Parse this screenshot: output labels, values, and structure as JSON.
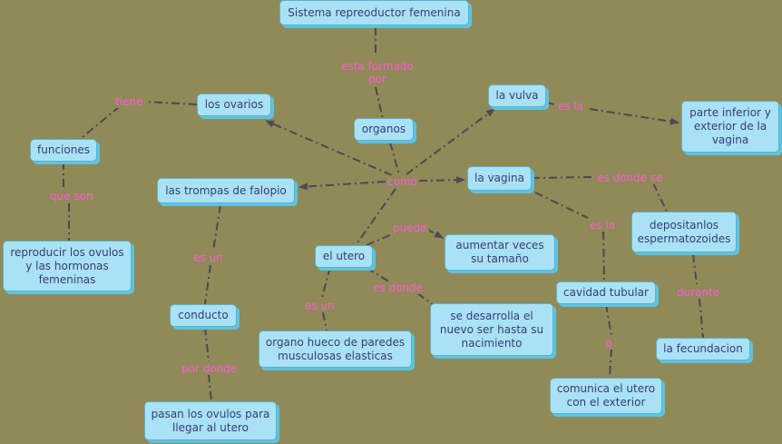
{
  "nodes": {
    "title": "Sistema repreoductor femenina",
    "organos": "organos",
    "los_ovarios": "los ovarios",
    "funciones": "funciones",
    "reproducir": "reproducir los ovulos y las hormonas femeninas",
    "trompas": "las trompas de falopio",
    "conducto": "conducto",
    "pasan": "pasan los ovulos para llegar al utero",
    "el_utero": "el utero",
    "organo_hueco": "organo hueco de paredes musculosas elasticas",
    "aumentar": "aumentar   veces su tamaño",
    "se_desarrolla": "se desarrolla el nuevo ser hasta su nacimiento",
    "la_vulva": "la vulva",
    "parte_inferior": "parte inferior y exterior de la vagina",
    "la_vagina": "la vagina",
    "depositanlos": "depositanlos espermatozoides",
    "la_fecundacion": "la fecundacion",
    "cavidad_tubular": "cavidad tubular",
    "comunica": "comunica el utero con el exterior"
  },
  "links": {
    "esta_formado": "esta formado por",
    "tiene": "tiene",
    "que_son": "que son",
    "como": "como",
    "es_un_1": "es un",
    "por_donde": "por donde",
    "es_un_2": "es un",
    "puede": "puede",
    "es_donde": "es donde",
    "es_la_1": "es la",
    "es_donde_se": "es donde se",
    "es_la_2": "es la",
    "durante": "durante",
    "q": "q´"
  },
  "colors": {
    "background": "#8f8a57",
    "node_fill": "#a9e2f5",
    "node_text": "#3a3a7a",
    "link_text": "#ff5ad6",
    "edge": "#4a4a55"
  }
}
